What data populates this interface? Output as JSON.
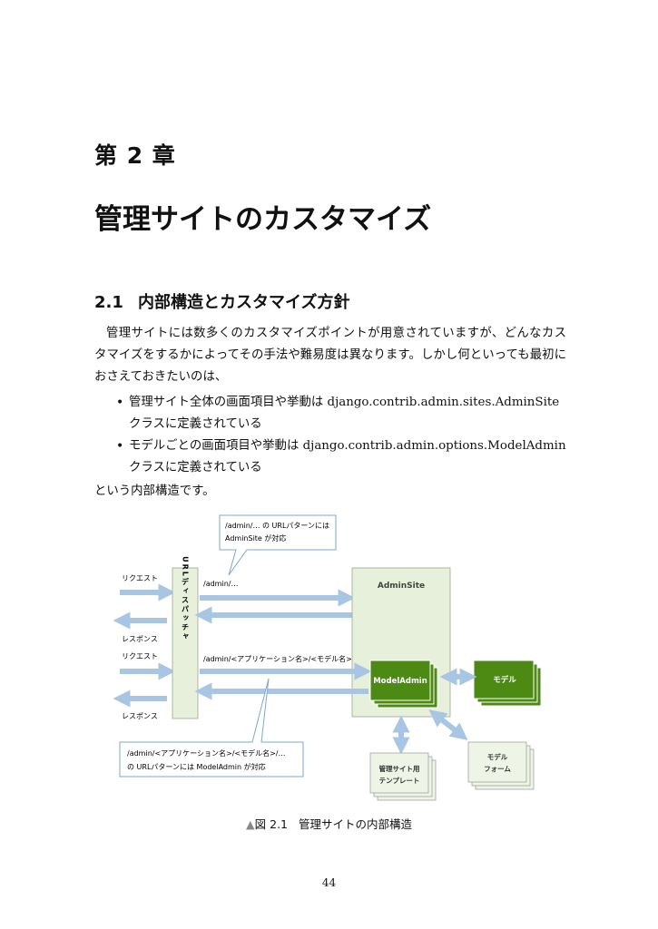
{
  "chapter": {
    "label": "第 2 章",
    "title": "管理サイトのカスタマイズ"
  },
  "section": {
    "number": "2.1",
    "title": "内部構造とカスタマイズ方針"
  },
  "intro_paragraph": "管理サイトには数多くのカスタマイズポイントが用意されていますが、どんなカスタマイズをするかによってその手法や難易度は異なります。しかし何といっても最初におさえておきたいのは、",
  "bullets": [
    "管理サイト全体の画面項目や挙動は django.contrib.admin.sites.AdminSite クラスに定義されている",
    "モデルごとの画面項目や挙動は django.contrib.admin.options.ModelAdmin クラスに定義されている"
  ],
  "closing_paragraph": "という内部構造です。",
  "figure": {
    "callout_top": [
      "/admin/… の URLパターンには",
      "AdminSite が対応"
    ],
    "callout_bottom": [
      "/admin/<アプリケーション名>/<モデル名>/…",
      "の URLパターンには ModelAdmin が対応"
    ],
    "request_label_1": "リクエスト",
    "response_label_1": "レスポンス",
    "request_label_2": "リクエスト",
    "response_label_2": "レスポンス",
    "dispatcher_label": "URLディスパッチャ",
    "path_label_1": "/admin/…",
    "path_label_2": "/admin/<アプリケーション名>/<モデル名>/…",
    "adminsite_label": "AdminSite",
    "modeladmin_label": "ModelAdmin",
    "model_label": "モデル",
    "template_label": [
      "管理サイト用",
      "テンプレート"
    ],
    "form_label": [
      "モデル",
      "フォーム"
    ],
    "colors": {
      "arrow": "#a8c6e4",
      "dispatcher_fill": "#e6f0da",
      "adminsite_fill": "#e6f0da",
      "green": "#4c8a14",
      "pale_green": "#eef5e6",
      "callout_border": "#7fa7cf"
    }
  },
  "caption": {
    "marker": "▲",
    "number": "図 2.1",
    "text": "管理サイトの内部構造"
  },
  "page_number": "44"
}
